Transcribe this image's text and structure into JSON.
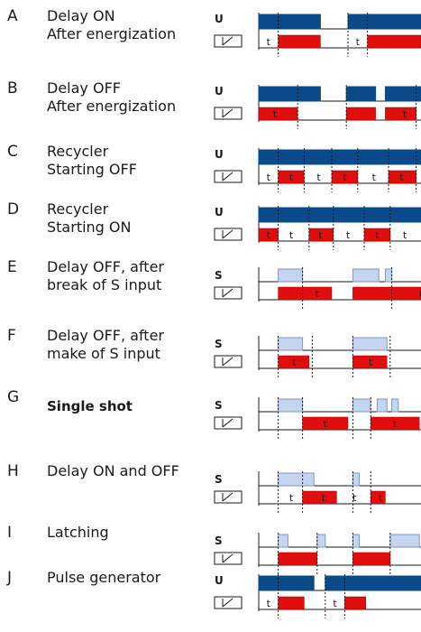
{
  "colors": {
    "supply": "#0a4a8a",
    "output": "#e10e0e",
    "signal": "#c5d4ef",
    "line": "#1a1a1a"
  },
  "modes": [
    {
      "letter": "A",
      "line1": "Delay ON",
      "line2": "After energization",
      "bold": false,
      "input_label": "U",
      "kind": "U",
      "input": [
        [
          0,
          0.38
        ],
        [
          0.55,
          1.0
        ]
      ],
      "output": [
        [
          0.12,
          0.38
        ],
        [
          0.67,
          1.0
        ]
      ],
      "timing": [
        {
          "x": 0.06,
          "t": "t"
        },
        {
          "x": 0.61,
          "t": "t"
        }
      ],
      "dashes": [
        0.12,
        0.55,
        0.67
      ]
    },
    {
      "letter": "B",
      "line1": "Delay OFF",
      "line2": "After energization",
      "bold": false,
      "input_label": "U",
      "kind": "U",
      "input": [
        [
          0,
          0.38
        ],
        [
          0.54,
          0.72
        ],
        [
          0.78,
          1.0
        ]
      ],
      "output": [
        [
          0,
          0.24
        ],
        [
          0.54,
          0.72
        ],
        [
          0.78,
          0.97
        ]
      ],
      "timing": [
        {
          "x": 0.1,
          "t": "t"
        },
        {
          "x": 0.9,
          "t": "t"
        }
      ],
      "dashes": [
        0.24,
        0.54,
        0.97
      ]
    },
    {
      "letter": "C",
      "line1": "Recycler",
      "line2": "Starting OFF",
      "bold": false,
      "input_label": "U",
      "kind": "U",
      "input": [
        [
          0,
          1.04
        ]
      ],
      "output": [
        [
          0.12,
          0.28
        ],
        [
          0.45,
          0.61
        ],
        [
          0.8,
          0.97
        ]
      ],
      "timing": [
        {
          "x": 0.06,
          "t": "t"
        },
        {
          "x": 0.2,
          "t": "t"
        },
        {
          "x": 0.37,
          "t": "t"
        },
        {
          "x": 0.53,
          "t": "t"
        },
        {
          "x": 0.71,
          "t": "t"
        },
        {
          "x": 0.88,
          "t": "t"
        }
      ],
      "dashes": [
        0.12,
        0.28,
        0.45,
        0.61,
        0.8,
        0.97
      ]
    },
    {
      "letter": "D",
      "line1": "Recycler",
      "line2": "Starting ON",
      "bold": false,
      "input_label": "U",
      "kind": "U",
      "input": [
        [
          0,
          1.04
        ]
      ],
      "output": [
        [
          0.0,
          0.12
        ],
        [
          0.31,
          0.46
        ],
        [
          0.65,
          0.81
        ]
      ],
      "timing": [
        {
          "x": 0.06,
          "t": "t"
        },
        {
          "x": 0.2,
          "t": "t"
        },
        {
          "x": 0.38,
          "t": "t"
        },
        {
          "x": 0.55,
          "t": "t"
        },
        {
          "x": 0.73,
          "t": "t"
        },
        {
          "x": 0.9,
          "t": "t"
        }
      ],
      "dashes": [
        0.12,
        0.31,
        0.46,
        0.65,
        0.81
      ]
    },
    {
      "letter": "E",
      "line1": "Delay OFF, after",
      "line2": "break of S input",
      "bold": false,
      "input_label": "S",
      "kind": "S",
      "input": [
        [
          0.12,
          0.27
        ],
        [
          0.58,
          0.74
        ],
        [
          0.78,
          0.82
        ]
      ],
      "output": [
        [
          0.12,
          0.45
        ],
        [
          0.58,
          1.04
        ]
      ],
      "timing": [
        {
          "x": 0.36,
          "t": "t"
        },
        {
          "x": 1.0,
          "t": "t"
        }
      ],
      "dashes": [
        0.27,
        0.82
      ]
    },
    {
      "letter": "F",
      "line1": "Delay OFF, after",
      "line2": "make of S input",
      "bold": false,
      "input_label": "S",
      "kind": "S",
      "input": [
        [
          0.12,
          0.27
        ],
        [
          0.58,
          0.79
        ]
      ],
      "output": [
        [
          0.12,
          0.31
        ],
        [
          0.58,
          0.79
        ]
      ],
      "timing": [
        {
          "x": 0.22,
          "t": "t"
        },
        {
          "x": 0.69,
          "t": "t"
        }
      ],
      "dashes": [
        0.12,
        0.33,
        0.58,
        0.81
      ]
    },
    {
      "letter": "G",
      "line1": "Single shot",
      "line2": "",
      "bold": true,
      "input_label": "S",
      "kind": "S",
      "input": [
        [
          0.12,
          0.27
        ],
        [
          0.58,
          0.69
        ],
        [
          0.73,
          0.79
        ],
        [
          0.82,
          0.86
        ]
      ],
      "output": [
        [
          0.27,
          0.55
        ],
        [
          0.69,
          0.99
        ]
      ],
      "timing": [
        {
          "x": 0.41,
          "t": "t"
        },
        {
          "x": 0.84,
          "t": "t"
        }
      ],
      "dashes": [
        0.12,
        0.27,
        0.58,
        0.69
      ]
    },
    {
      "letter": "H",
      "line1": "Delay ON and OFF",
      "line2": "",
      "bold": false,
      "input_label": "S",
      "kind": "S",
      "input": [
        [
          0.12,
          0.34
        ],
        [
          0.58,
          0.62
        ]
      ],
      "output": [
        [
          0.27,
          0.48
        ],
        [
          0.69,
          0.78
        ]
      ],
      "timing": [
        {
          "x": 0.2,
          "t": "t"
        },
        {
          "x": 0.4,
          "t": "t"
        },
        {
          "x": 0.59,
          "t": "t"
        },
        {
          "x": 0.75,
          "t": "t"
        }
      ],
      "dashes": [
        0.12,
        0.27,
        0.58,
        0.69
      ]
    },
    {
      "letter": "I",
      "line1": "Latching",
      "line2": "",
      "bold": false,
      "input_label": "S",
      "kind": "S",
      "input": [
        [
          0.12,
          0.18
        ],
        [
          0.36,
          0.41
        ],
        [
          0.58,
          0.62
        ],
        [
          0.81,
          0.99
        ]
      ],
      "output": [
        [
          0.12,
          0.36
        ],
        [
          0.58,
          0.81
        ]
      ],
      "timing": [],
      "dashes": [
        0.12,
        0.36,
        0.58,
        0.81
      ]
    },
    {
      "letter": "J",
      "line1": "Pulse generator",
      "line2": "",
      "bold": false,
      "input_label": "U",
      "kind": "U",
      "input": [
        [
          0,
          0.34
        ],
        [
          0.41,
          1.0
        ]
      ],
      "output": [
        [
          0.12,
          0.28
        ],
        [
          0.53,
          0.66
        ]
      ],
      "timing": [
        {
          "x": 0.06,
          "t": "t"
        },
        {
          "x": 0.47,
          "t": "t"
        }
      ],
      "dashes": [
        0.12,
        0.41,
        0.53
      ]
    }
  ]
}
